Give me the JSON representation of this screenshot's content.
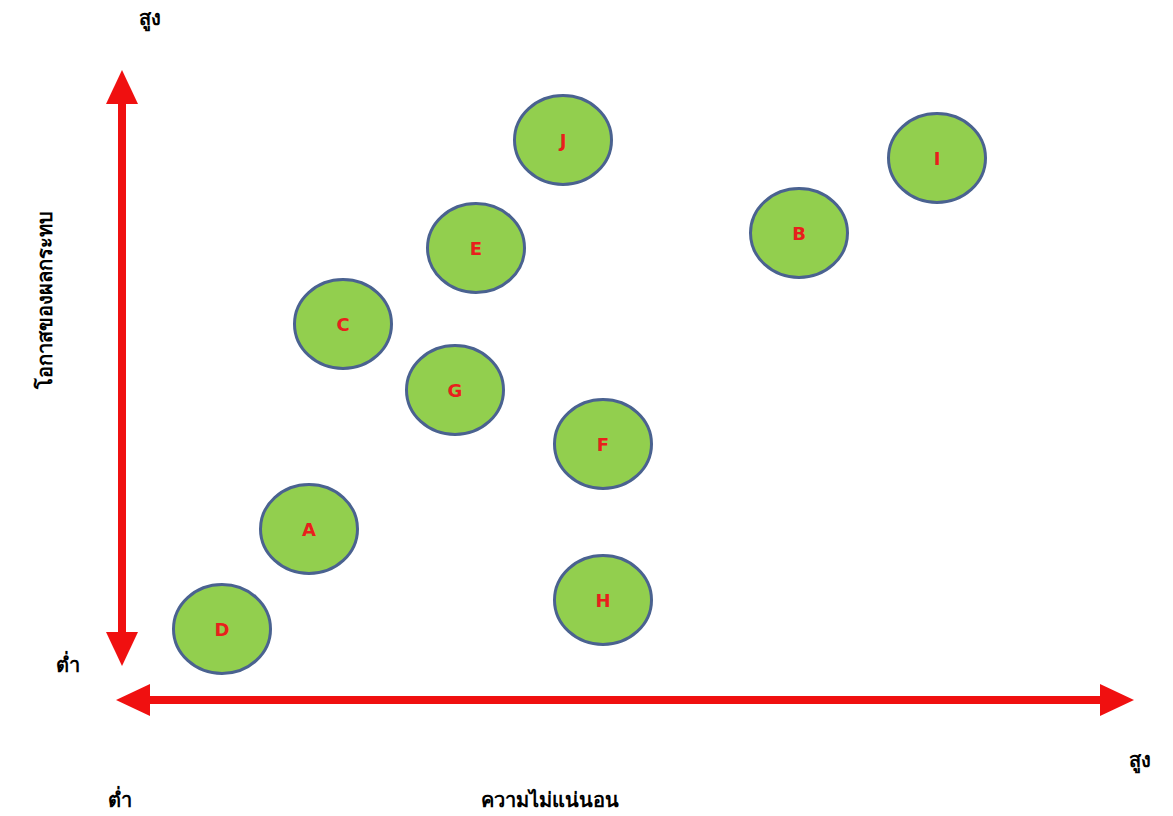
{
  "diagram": {
    "nodes": [
      {
        "text": [
          "J"
        ]
      },
      {
        "text": [
          "I"
        ]
      },
      {
        "text": [
          "B"
        ]
      },
      {
        "text": [
          "E"
        ]
      },
      {
        "text": [
          "C"
        ]
      },
      {
        "text": [
          "G"
        ]
      },
      {
        "text": [
          "F"
        ]
      },
      {
        "text": [
          "A"
        ]
      },
      {
        "text": [
          "H"
        ]
      },
      {
        "text": [
          "D"
        ]
      }
    ],
    "labels": [
      "สูง",
      "โอกาสของผลกระทบ",
      "ต่ำ",
      "สูง",
      "ต่ำ",
      "ความไม่แน่นอน"
    ]
  }
}
